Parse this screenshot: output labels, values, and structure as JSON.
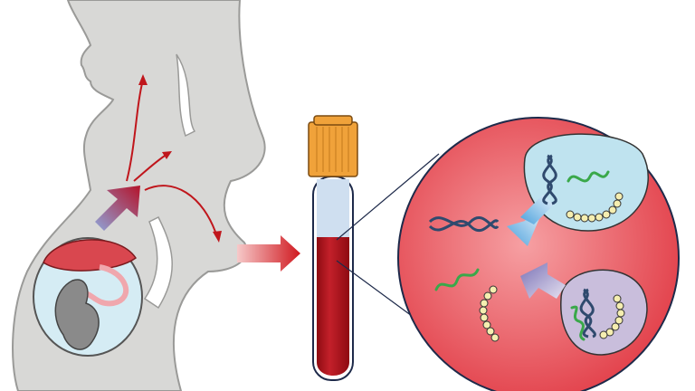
{
  "figure": {
    "elements": [
      "pregnant-woman-silhouette",
      "fetus-in-womb",
      "placenta",
      "blood-flow-arrows",
      "blood-sample-tube",
      "magnified-blood-circle",
      "maternal-cell",
      "fetal-cell",
      "dna-fragments",
      "rna-fragments"
    ]
  },
  "colors": {
    "silhouette": "#d8d8d6",
    "silhouette_outline": "#9a9a98",
    "womb": "#d5ecf4",
    "placenta": "#d9474f",
    "arrow_red": "#c0161c",
    "tube_cap": "#f0a23a",
    "blood": "#b5121b",
    "plasma": "#cfdff0",
    "magnified_bg": "#e8525a",
    "maternal_cell": "#bfe3ef",
    "fetal_cell": "#c9bedc",
    "dna": "#2f4a6e",
    "rna": "#3aa84a",
    "beads": "#f5eeb0"
  }
}
